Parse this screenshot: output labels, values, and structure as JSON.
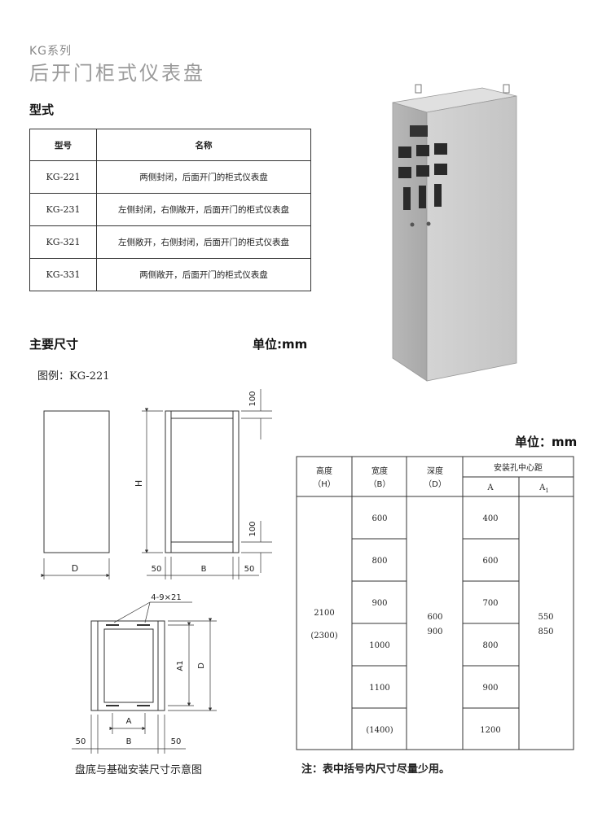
{
  "header": {
    "series": "KG系列",
    "title": "后开门柜式仪表盘"
  },
  "model_section": {
    "heading": "型式",
    "columns": [
      "型号",
      "名称"
    ],
    "rows": [
      {
        "code": "KG-221",
        "name": "两侧封闭，后面开门的柜式仪表盘"
      },
      {
        "code": "KG-231",
        "name": "左侧封闭，右侧敞开，后面开门的柜式仪表盘"
      },
      {
        "code": "KG-321",
        "name": "左侧敞开，右侧封闭，后面开门的柜式仪表盘"
      },
      {
        "code": "KG-331",
        "name": "两侧敞开，后面开门的柜式仪表盘"
      }
    ]
  },
  "dims_section": {
    "heading": "主要尺寸",
    "unit": "单位:mm",
    "legend": "图例：KG-221"
  },
  "drawing_labels": {
    "depth": "D",
    "height": "H",
    "top_gap": "100",
    "bottom_gap": "100",
    "left_margin": "50",
    "width": "B",
    "right_margin": "50",
    "holes": "4-9×21",
    "a": "A",
    "a1": "A1",
    "base_depth": "D",
    "base_left": "50",
    "base_width": "B",
    "base_right": "50",
    "caption": "盘底与基础安装尺寸示意图"
  },
  "size_table": {
    "unit": "单位：mm",
    "headers": {
      "height": "高度",
      "height_sym": "（H）",
      "width": "宽度",
      "width_sym": "（B）",
      "depth": "深度",
      "depth_sym": "（D）",
      "holes": "安装孔中心距",
      "a": "A",
      "a1": "A",
      "a1_sub": "1"
    },
    "height_values": [
      "2100",
      "(2300)"
    ],
    "width_values": [
      "600",
      "800",
      "900",
      "1000",
      "1100",
      "(1400)"
    ],
    "depth_values": [
      "600",
      "900"
    ],
    "a_values": [
      "400",
      "600",
      "700",
      "800",
      "900",
      "1200"
    ],
    "a1_values": [
      "550",
      "850"
    ]
  },
  "note": "注：表中括号内尺寸尽量少用。"
}
